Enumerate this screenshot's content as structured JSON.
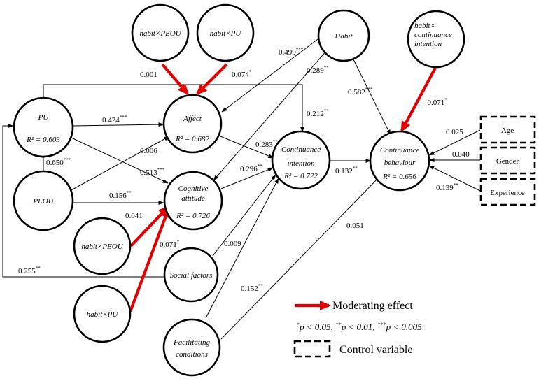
{
  "nodes": {
    "pu": {
      "name": "PU",
      "r2": "R² = 0.603"
    },
    "peou": {
      "name": "PEOU"
    },
    "affect": {
      "name": "Affect",
      "r2": "R² = 0.682"
    },
    "cognitive": {
      "line1": "Cognitive",
      "line2": "attitude",
      "r2": "R² = 0.726"
    },
    "habit_peou_top": {
      "name": "habit×PEOU"
    },
    "habit_pu_top": {
      "name": "habit×PU"
    },
    "habit": {
      "name": "Habit"
    },
    "habit_ci": {
      "line1": "habit×",
      "line2": "continuance",
      "line3": "intention"
    },
    "ci": {
      "line1": "Continuance",
      "line2": "intention",
      "r2": "R² = 0.722"
    },
    "cb": {
      "line1": "Continuance",
      "line2": "behaviour",
      "r2": "R² = 0.656"
    },
    "habit_peou_bot": {
      "name": "habit×PEOU"
    },
    "habit_pu_bot": {
      "name": "habit×PU"
    },
    "social": {
      "name": "Social factors"
    },
    "facilitating": {
      "line1": "Facilitating",
      "line2": "conditions"
    }
  },
  "controls": {
    "age": "Age",
    "gender": "Gender",
    "experience": "Experience"
  },
  "paths": {
    "hpeou_affect": "0.001",
    "hpu_affect": "0.074",
    "habit_affect": "0.499",
    "habit_cog": "0.289",
    "habit_cb": "0.582",
    "pu_ci": "0.212",
    "pu_affect": "0.424",
    "pu_cog": "0.513",
    "peou_affect": "0.006",
    "peou_pu": "0.650",
    "peou_cog": "0.156",
    "affect_ci": "0.283",
    "cog_ci": "0.296",
    "ci_cb": "0.132",
    "hci_cb": "–0.071",
    "age_cb": "0.025",
    "gender_cb": "0.040",
    "exp_cb": "0.139",
    "hpeou_cog": "0.041",
    "social_cog": "0.071",
    "social_pu": "0.255",
    "social_ci": "0.009",
    "fac_ci": "0.152",
    "fac_cb": "0.051"
  },
  "stars": {
    "hpu_affect": "*",
    "habit_affect": "***",
    "habit_cog": "**",
    "habit_cb": "***",
    "pu_ci": "**",
    "pu_affect": "***",
    "pu_cog": "***",
    "peou_pu": "***",
    "peou_cog": "**",
    "affect_ci": "**",
    "cog_ci": "**",
    "ci_cb": "**",
    "hci_cb": "*",
    "exp_cb": "**",
    "social_cog": "*",
    "social_pu": "**",
    "fac_ci": "**"
  },
  "legend": {
    "moderating": "Moderating effect",
    "sig_p1": "p < 0.05,",
    "sig_p2": "p < 0.01,",
    "sig_p3": "p < 0.005",
    "control": "Control variable"
  },
  "colors": {
    "moderating": "#e00000",
    "line": "#000000"
  }
}
